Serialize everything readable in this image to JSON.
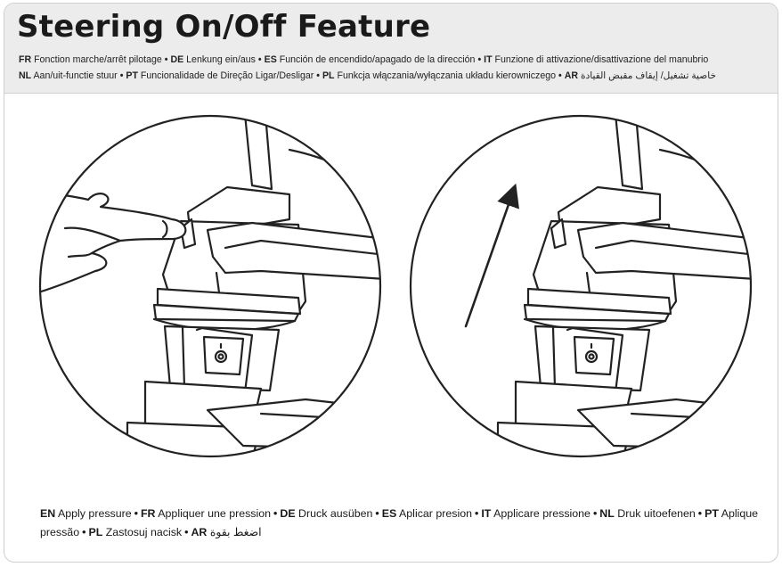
{
  "header": {
    "title": "Steering On/Off Feature",
    "line1": [
      {
        "code": "FR",
        "text": "Fonction marche/arrêt pilotage"
      },
      {
        "code": "DE",
        "text": "Lenkung ein/aus"
      },
      {
        "code": "ES",
        "text": "Función de encendido/apagado de la dirección"
      },
      {
        "code": "IT",
        "text": "Funzione di attivazione/disattivazione del manubrio"
      }
    ],
    "line2": [
      {
        "code": "NL",
        "text": "Aan/uit-functie stuur"
      },
      {
        "code": "PT",
        "text": "Funcionalidade de Direção Ligar/Desligar"
      },
      {
        "code": "PL",
        "text": "Funkcja włączania/wyłączania układu kierowniczego"
      },
      {
        "code": "AR",
        "text": "خاصية تشغيل/ إيقاف مقبض القيادة"
      }
    ]
  },
  "footer": {
    "items": [
      {
        "code": "EN",
        "text": "Apply pressure"
      },
      {
        "code": "FR",
        "text": "Appliquer une pression"
      },
      {
        "code": "DE",
        "text": "Druck ausüben"
      },
      {
        "code": "ES",
        "text": "Aplicar presion"
      },
      {
        "code": "IT",
        "text": "Applicare pressione"
      },
      {
        "code": "NL",
        "text": "Druk uitoefenen"
      },
      {
        "code": "PT",
        "text": "Aplique pressão"
      },
      {
        "code": "PL",
        "text": "Zastosuj nacisk"
      },
      {
        "code": "AR",
        "text": "اضغط بقوة"
      }
    ]
  },
  "separator": "•",
  "colors": {
    "header_bg": "#ececec",
    "line": "#222222",
    "frame_border": "#cfcfcf"
  },
  "icons": {
    "left_panel": "hand-pressing-button-icon",
    "right_panel": "upward-arrow-icon"
  }
}
